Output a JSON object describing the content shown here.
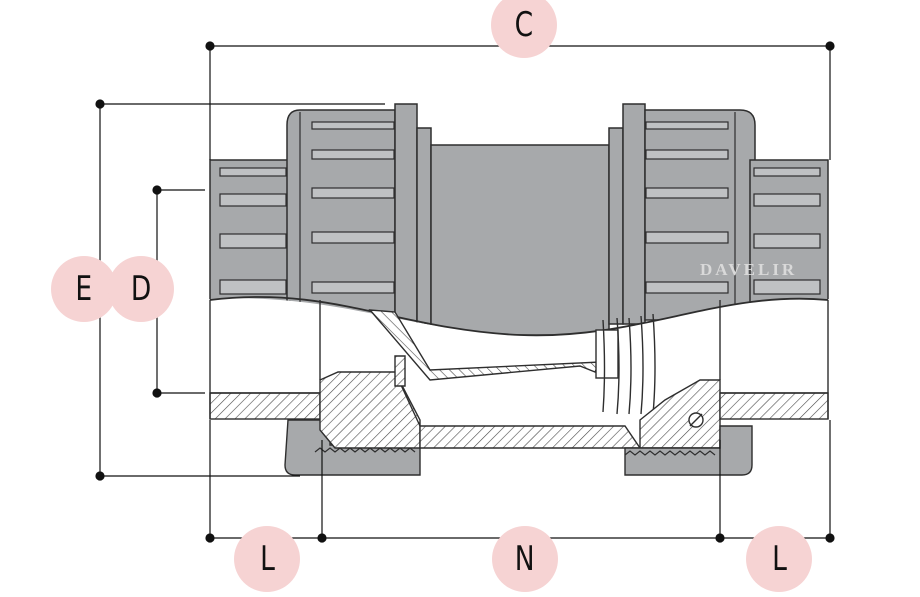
{
  "labels": {
    "c": "C",
    "e": "E",
    "d": "D",
    "l_left": "L",
    "n": "N",
    "l_right": "L"
  },
  "watermark": "DAVELIR",
  "colors": {
    "body_grey": "#a7a9ab",
    "body_dark": "#8e9092",
    "outline": "#2e2e2e",
    "badge": "#f6d3d3",
    "hatch": "#555555"
  }
}
